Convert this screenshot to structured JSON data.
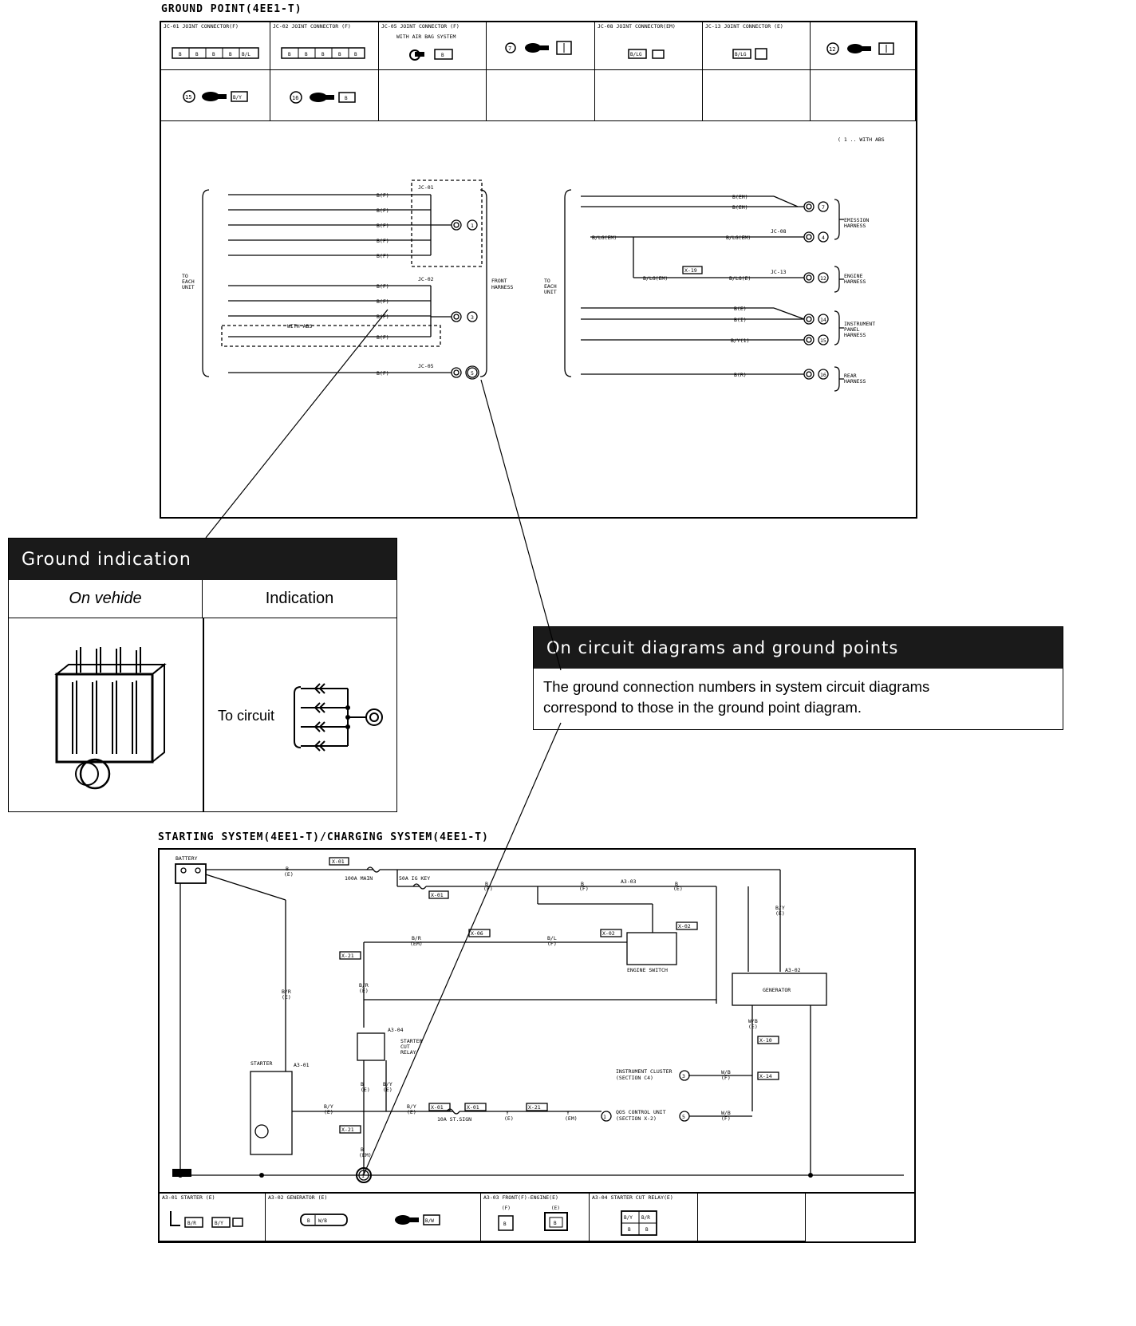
{
  "ground_point": {
    "title": "GROUND POINT(4EE1-T)",
    "cells_row1": [
      {
        "label": "JC-01  JOINT CONNECTOR(F)",
        "pins": [
          "B",
          "B",
          "B",
          "B",
          "B/L"
        ]
      },
      {
        "label": "JC-02  JOINT CONNECTOR (F)",
        "pins": [
          "B",
          "B",
          "B",
          "B",
          "B"
        ]
      },
      {
        "label": "JC-05  JOINT CONNECTOR (F)",
        "sub": "WITH AIR BAG SYSTEM",
        "pins": [
          "B"
        ]
      },
      {
        "label": "",
        "num": "7"
      },
      {
        "label": "JC-08  JOINT CONNECTOR(EM)",
        "pins": [
          "B/LG"
        ]
      },
      {
        "label": "JC-13  JOINT CONNECTOR  (E)",
        "pins": [
          "B/LG"
        ]
      },
      {
        "label": "",
        "num": "12"
      }
    ],
    "cells_row2": [
      {
        "num": "15",
        "pins": [
          "B/Y"
        ]
      },
      {
        "num": "16",
        "pins": [
          "B"
        ]
      }
    ],
    "note": "( 1 .. WITH ABS",
    "left_wires": [
      "B(F)",
      "B(F)",
      "B(F)",
      "B(F)",
      "B(F)",
      "B(F)",
      "B(F)",
      "B(F)",
      "B(F)",
      "B(F)"
    ],
    "left_group_label": "TO EACH UNIT",
    "jc01": "JC-01",
    "jc02": "JC-02",
    "jc05": "JC-05",
    "with_abs": "WITH ABS",
    "front_harness": "FRONT HARNESS",
    "ground_nums_left": [
      "1",
      "3",
      "5"
    ],
    "right_group_label": "TO EACH UNIT",
    "right_wires": [
      "B(EM)",
      "B(EM)",
      "B/LG(EM)",
      "B/LG(EM)",
      "B/LG(EM)",
      "B/LG(E)",
      "B(E)",
      "B(I)",
      "B/Y(1)",
      "B(R)"
    ],
    "jc08": "JC-08",
    "jc13": "JC-13",
    "x19": "X-19",
    "ground_nums_right": [
      "7",
      "4",
      "12",
      "14",
      "15",
      "16"
    ],
    "harness_labels": [
      "EMISSION HARNESS",
      "ENGINE HARNESS",
      "INSTRUMENT PANEL HARNESS",
      "REAR HARNESS"
    ]
  },
  "ground_indication": {
    "header": "Ground indication",
    "col1": "On vehide",
    "col2": "Indication",
    "to_circuit": "To circuit"
  },
  "callout": {
    "header": "On circuit diagrams and ground points",
    "body_line1": "The ground connection numbers in system circuit diagrams",
    "body_line2": "correspond to those in the ground point diagram."
  },
  "starting": {
    "title": "STARTING SYSTEM(4EE1-T)/CHARGING SYSTEM(4EE1-T)",
    "battery": "BATTERY",
    "starter": "STARTER",
    "generator": "GENERATOR",
    "engine_switch": "ENGINE SWITCH",
    "starter_cut_relay": "STARTER CUT RELAY",
    "instrument_cluster": "INSTRUMENT CLUSTER (SECTION C4)",
    "qos_control": "QOS CONTROL UNIT (SECTION X-2)",
    "fuses": [
      "100A MAIN",
      "50A IG KEY",
      "10A ST.SIGN"
    ],
    "connectors": [
      "X-01",
      "X-01",
      "X-06",
      "X-02",
      "X-02",
      "X-21",
      "X-21",
      "X-01",
      "X-01",
      "X-21",
      "X-10",
      "X-14",
      "A3-03",
      "A3-02",
      "A3-04",
      "A3-01"
    ],
    "wire_labels": [
      "B (E)",
      "B/R (E)",
      "B/R (EM)",
      "B/L (F)",
      "B (F)",
      "B (E)",
      "B/Y (E)",
      "W/B (E)",
      "W/B (F)",
      "Y (E)",
      "Y (EM)"
    ],
    "ground_num": "1",
    "bottom_cells": [
      {
        "label": "A3-01  STARTER (E)",
        "pins": [
          "B/R",
          "B/Y"
        ]
      },
      {
        "label": "A3-02  GENERATOR  (E)",
        "pins": [
          "B",
          "W/B",
          "B/W"
        ]
      },
      {
        "label": "A3-03  FRONT(F)-ENGINE(E)",
        "pins": [
          "B",
          "B"
        ]
      },
      {
        "label": "A3-04  STARTER CUT RELAY(E)",
        "pins": [
          "B/Y",
          "B/R",
          "B",
          "B"
        ]
      }
    ]
  }
}
